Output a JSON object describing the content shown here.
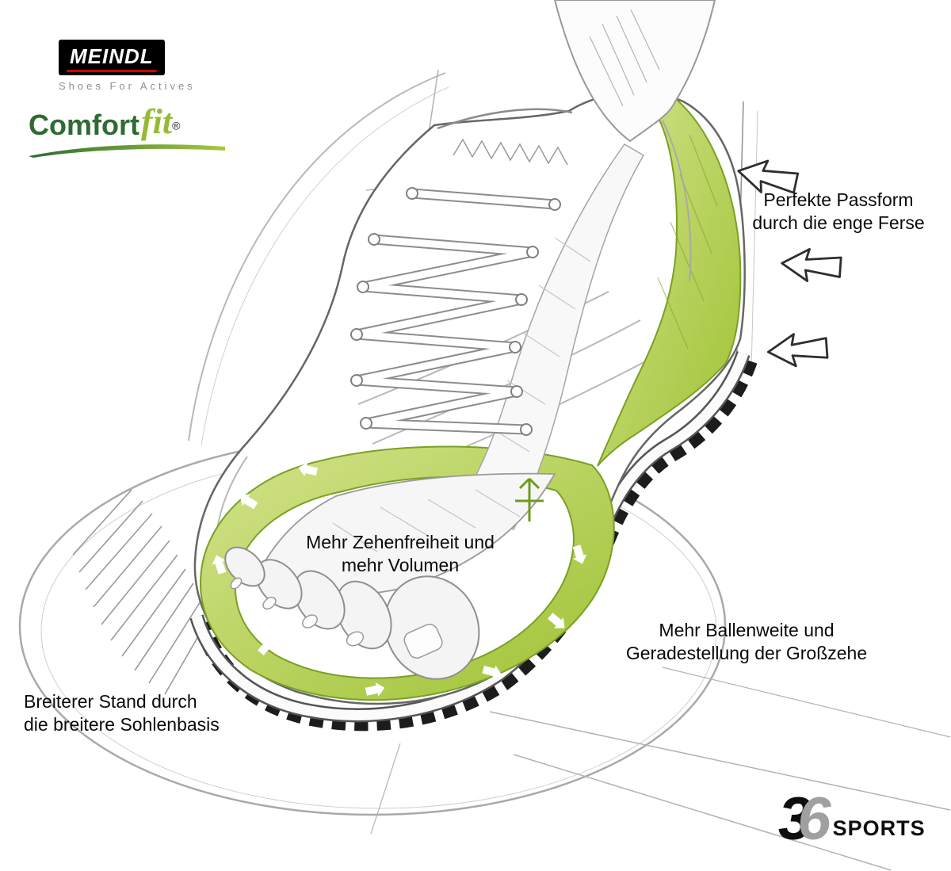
{
  "branding": {
    "meindl": {
      "name": "MEINDL",
      "tagline": "Shoes For Actives"
    },
    "comfortfit": {
      "comfort": "Comfort",
      "fit": "fit",
      "registered": "®"
    },
    "sports": {
      "digit_black": "3",
      "digit_gray": "6",
      "label": "SPORTS"
    }
  },
  "annotations": {
    "heel": {
      "line1": "Perfekte Passform",
      "line2": "durch die enge Ferse"
    },
    "toe": {
      "line1": "Mehr Zehenfreiheit und",
      "line2": "mehr Volumen"
    },
    "ball": {
      "line1": "Mehr Ballenweite und",
      "line2": "Geradestellung der Großzehe"
    },
    "stance": {
      "line1": "Breiterer Stand durch",
      "line2": "die breitere Sohlenbasis"
    }
  },
  "colors": {
    "fit_zone_green": "#a3c63c",
    "fit_zone_green_light": "#d3e38c",
    "comfort_wordmark_green": "#2e6b33",
    "fit_wordmark_green": "#96bb33",
    "meindl_red": "#d40000",
    "sports_gray": "#a0a0a0",
    "annotation_text": "#000000"
  }
}
